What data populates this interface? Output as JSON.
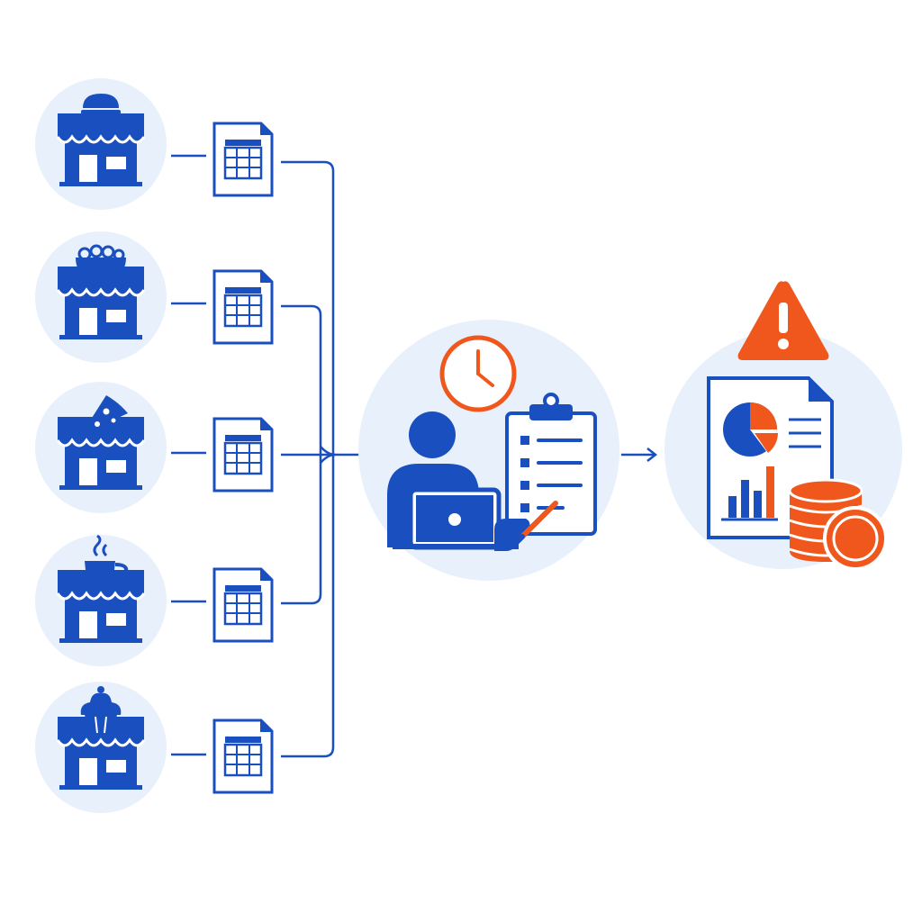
{
  "colors": {
    "primary": "#1a4fbf",
    "accent": "#f0571c",
    "bubble": "#e8f0fb",
    "background": "#ffffff"
  },
  "stores": [
    {
      "name": "burger-shop",
      "sign_icon": "burger-icon"
    },
    {
      "name": "salad-shop",
      "sign_icon": "salad-bowl-icon"
    },
    {
      "name": "pizza-shop",
      "sign_icon": "pizza-slice-icon"
    },
    {
      "name": "coffee-shop",
      "sign_icon": "coffee-cup-icon"
    },
    {
      "name": "bakery-shop",
      "sign_icon": "cupcake-icon"
    }
  ],
  "spreadsheet_icon": "spreadsheet-icon",
  "hub": {
    "icons": [
      "clock-icon",
      "person-icon",
      "laptop-icon",
      "clipboard-checklist-icon",
      "pen-icon"
    ]
  },
  "output": {
    "icons": [
      "warning-icon",
      "report-document-icon",
      "pie-chart-icon",
      "bar-chart-icon",
      "coin-stack-icon"
    ]
  }
}
